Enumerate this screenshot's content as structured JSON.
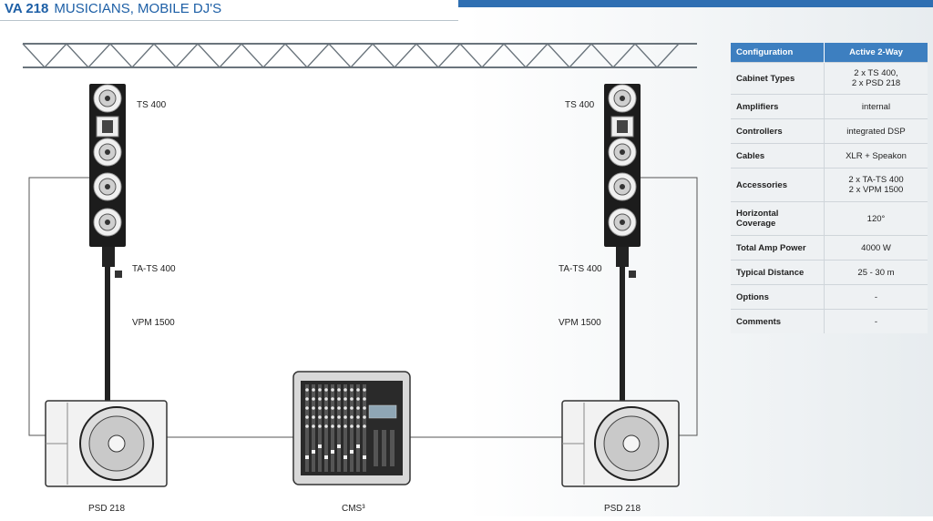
{
  "header": {
    "model": "VA 218",
    "subtitle": "MUSICIANS, MOBILE DJ'S"
  },
  "diagram_labels": {
    "left_top_speaker": "TS 400",
    "left_adapter": "TA-TS 400",
    "left_pole": "VPM 1500",
    "left_sub": "PSD 218",
    "mixer": "CMS³",
    "right_top_speaker": "TS 400",
    "right_adapter": "TA-TS 400",
    "right_pole": "VPM 1500",
    "right_sub": "PSD 218"
  },
  "spec_table": {
    "header": {
      "key": "Configuration",
      "value": "Active 2-Way"
    },
    "rows": [
      {
        "key": "Cabinet Types",
        "value_line1": "2 x TS 400,",
        "value_line2": "2 x PSD 218"
      },
      {
        "key": "Amplifiers",
        "value": "internal"
      },
      {
        "key": "Controllers",
        "value": "integrated DSP"
      },
      {
        "key": "Cables",
        "value": "XLR + Speakon"
      },
      {
        "key": "Accessories",
        "value_line1": "2 x TA-TS 400",
        "value_line2": "2 x VPM 1500"
      },
      {
        "key_line1": "Horizontal",
        "key_line2": "Coverage",
        "value": "120°"
      },
      {
        "key": "Total Amp Power",
        "value": "4000 W"
      },
      {
        "key": "Typical Distance",
        "value": "25 - 30 m"
      },
      {
        "key": "Options",
        "value": "-"
      },
      {
        "key": "Comments",
        "value": "-"
      }
    ]
  },
  "colors": {
    "accent": "#3d7fc0",
    "title": "#1d5fa6",
    "table_bg": "#eef1f3"
  }
}
